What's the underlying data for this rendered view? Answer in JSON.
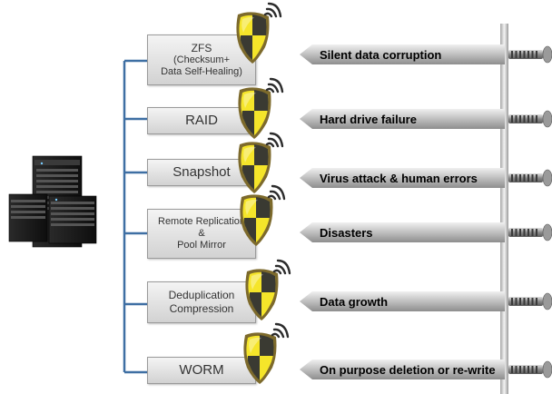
{
  "features": [
    {
      "id": "zfs",
      "lines": [
        "ZFS",
        "(Checksum+",
        "Data Self-Healing)"
      ]
    },
    {
      "id": "raid",
      "lines": [
        "RAID"
      ]
    },
    {
      "id": "snapshot",
      "lines": [
        "Snapshot"
      ]
    },
    {
      "id": "remote-replication",
      "lines": [
        "Remote Replication",
        "&",
        "Pool Mirror"
      ]
    },
    {
      "id": "deduplication",
      "lines": [
        "Deduplication",
        "Compression"
      ]
    },
    {
      "id": "worm",
      "lines": [
        "WORM"
      ]
    }
  ],
  "threats": [
    "Silent data corruption",
    "Hard drive failure",
    "Virus attack & human errors",
    "Disasters",
    "Data growth",
    "On purpose deletion or re-write"
  ],
  "colors": {
    "connector": "#3e6fa3",
    "shield_yellow": "#f5e52a",
    "shield_dark": "#3a3a32",
    "shield_rim": "#7d6a2c",
    "server_dark": "#1c1c1c",
    "nail_gray": "#9a9a9a"
  },
  "icons": {
    "server": "server-icon",
    "shield": "shield-icon",
    "signal": "signal-icon",
    "nail": "nail-icon"
  }
}
